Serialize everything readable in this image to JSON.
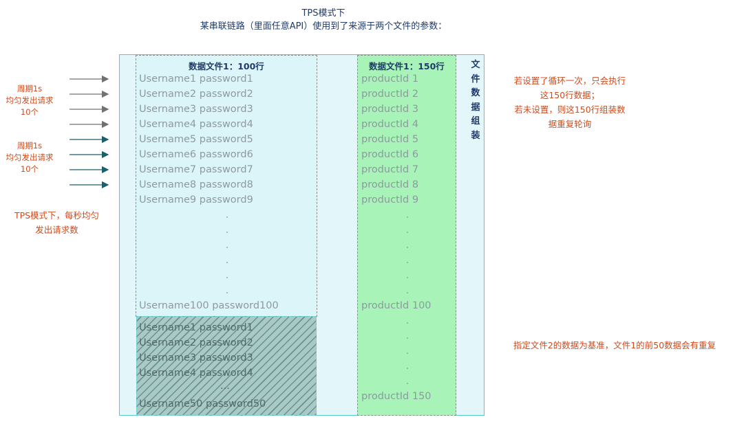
{
  "header": {
    "title": "TPS模式下",
    "subtitle": "某串联链路（里面任意API）使用到了来源于两个文件的参数："
  },
  "left_labels": {
    "group1": [
      "周期1s",
      "均匀发出请求",
      "10个"
    ],
    "group2": [
      "周期1s",
      "均匀发出请求",
      "10个"
    ],
    "tps_note": [
      "TPS模式下，每秒均匀",
      "发出请求数"
    ]
  },
  "file1": {
    "header": "数据文件1：100行",
    "rows": [
      "Username1 password1",
      "Username2 password2",
      "Username3 password3",
      "Username4 password4",
      "Username5 password5",
      "Username6 password6",
      "Username7 password7",
      "Username8 password8",
      "Username9 password9"
    ],
    "dots": [
      ".",
      ".",
      ".",
      ".",
      ".",
      "."
    ],
    "last_row": "Username100 password100",
    "repeat_rows": [
      "Username1 password1",
      "Username2 password2",
      "Username3 password3",
      "Username4 password4"
    ],
    "repeat_dots": "...",
    "repeat_last": "Username50 password50"
  },
  "file2": {
    "header": "数据文件1：150行",
    "rows": [
      "productId 1",
      "productId 2",
      "productId 3",
      "productId 4",
      "productId 5",
      "productId 6",
      "productId 7",
      "productId 8",
      "productId 9"
    ],
    "dots": [
      ".",
      ".",
      ".",
      ".",
      ".",
      "."
    ],
    "row100": "productId 100",
    "dots2": [
      ".",
      ".",
      ".",
      ".",
      "."
    ],
    "last_row": "productId 150"
  },
  "assembly_label": [
    "文",
    "件",
    "数",
    "据",
    "组",
    "装"
  ],
  "right_notes": {
    "loop_note": [
      "若设置了循环一次，只会执行",
      "这150行数据；",
      "若未设置，则这150行组装数",
      "据重复轮询"
    ],
    "base_note": "指定文件2的数据为基准，文件1的前50数据会有重复"
  },
  "colors": {
    "outer_bg": "#e3f7fa",
    "file2_bg": "#a8f4b8",
    "note_red": "#d04a1a",
    "navy": "#1f3a6b",
    "arrow_gray": "#707070",
    "arrow_teal": "#1a5f6a"
  }
}
